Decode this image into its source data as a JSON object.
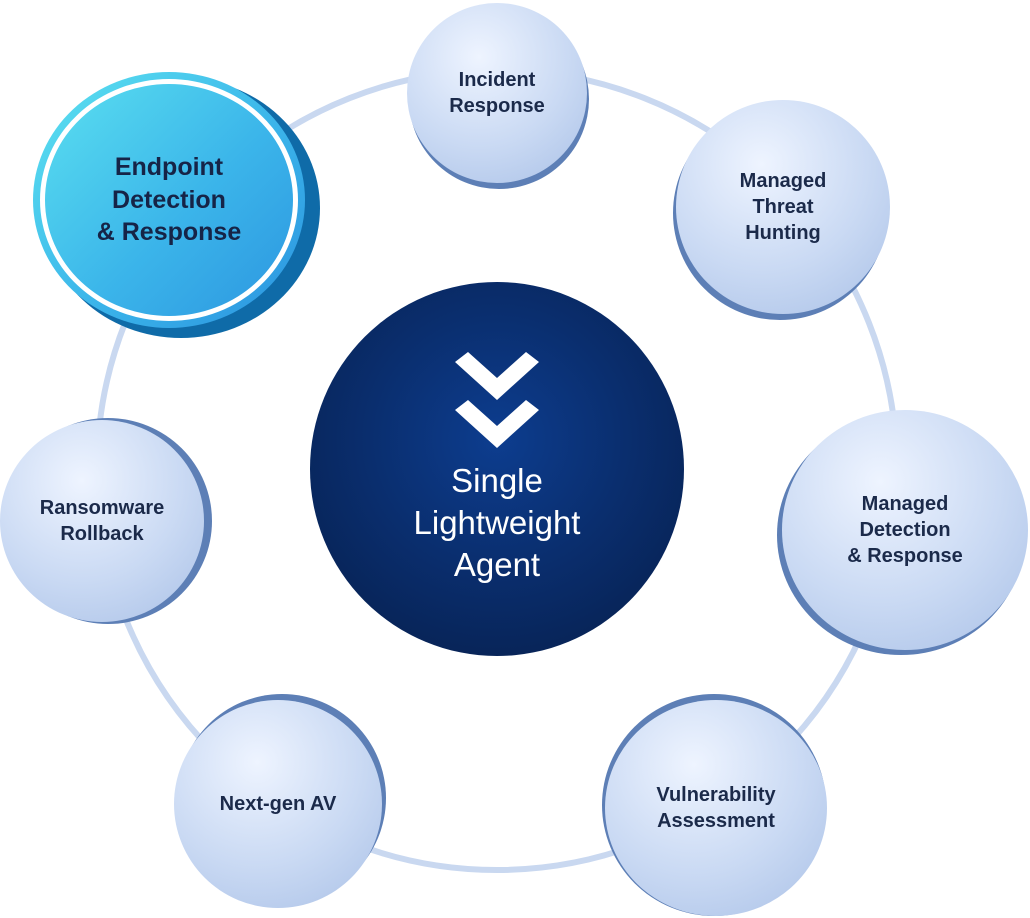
{
  "center": {
    "title_lines": [
      "Single",
      "Lightweight",
      "Agent"
    ],
    "logo_icon": "double-chevron-down-icon"
  },
  "features": {
    "incident_response": {
      "lines": [
        "Incident",
        "Response"
      ]
    },
    "managed_threat_hunting": {
      "lines": [
        "Managed",
        "Threat",
        "Hunting"
      ]
    },
    "managed_detection_response": {
      "lines": [
        "Managed",
        "Detection",
        "& Response"
      ]
    },
    "vulnerability_assessment": {
      "lines": [
        "Vulnerability",
        "Assessment"
      ]
    },
    "next_gen_av": {
      "lines": [
        "Next-gen AV"
      ]
    },
    "ransomware_rollback": {
      "lines": [
        "Ransomware",
        "Rollback"
      ]
    },
    "endpoint_detection_response": {
      "lines": [
        "Endpoint",
        "Detection",
        "& Response"
      ]
    }
  },
  "colors": {
    "ring": "#c9d8f0",
    "feature_circle": "#c9d9f3",
    "feature_shadow": "#5d7fb6",
    "highlight_circle": "#3bb5ea",
    "center_circle": "#0a2e6e",
    "label_text": "#1b2a4a"
  }
}
